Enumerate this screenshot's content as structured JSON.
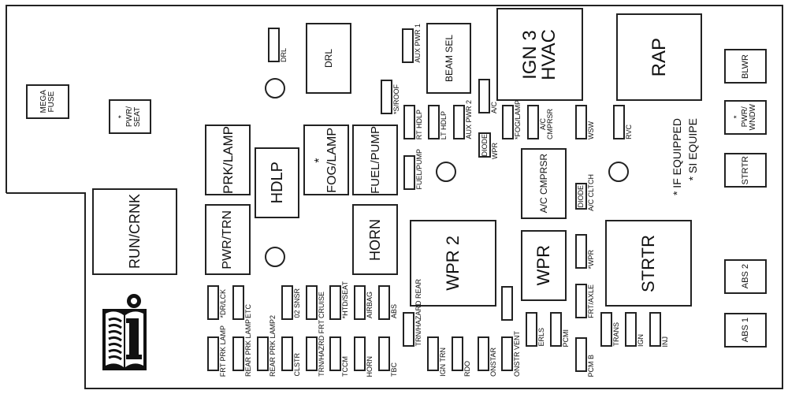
{
  "relays": [
    {
      "name": "mega-fuse",
      "label": "MEGA\nFUSE"
    },
    {
      "name": "pwr-seat",
      "label": "*\nPWR/\nSEAT"
    },
    {
      "name": "drl-relay",
      "label": "DRL"
    },
    {
      "name": "beam-sel-relay",
      "label": "BEAM SEL"
    },
    {
      "name": "ign3-hvac-relay",
      "label": "IGN 3\nHVAC"
    },
    {
      "name": "rap-relay",
      "label": "RAP"
    },
    {
      "name": "blwr",
      "label": "BLWR"
    },
    {
      "name": "pwr-wndw",
      "label": "*\nPWR/\nWNDW"
    },
    {
      "name": "strtr-small",
      "label": "STRTR"
    },
    {
      "name": "abs2",
      "label": "ABS 2"
    },
    {
      "name": "abs1",
      "label": "ABS 1"
    },
    {
      "name": "prk-lamp-relay",
      "label": "PRK/LAMP"
    },
    {
      "name": "hdlp-relay",
      "label": "HDLP"
    },
    {
      "name": "fog-lamp-relay",
      "label": "*\nFOG/LAMP"
    },
    {
      "name": "fuel-pump-relay",
      "label": "FUEL/PUMP"
    },
    {
      "name": "ac-cmprsr-relay",
      "label": "A/C CMPRSR"
    },
    {
      "name": "run-crnk-relay",
      "label": "RUN/CRNK"
    },
    {
      "name": "pwr-trn-relay",
      "label": "PWR/TRN"
    },
    {
      "name": "horn-relay",
      "label": "HORN"
    },
    {
      "name": "wpr2-relay",
      "label": "WPR 2"
    },
    {
      "name": "wpr-relay",
      "label": "WPR"
    },
    {
      "name": "strtr-relay",
      "label": "STRTR"
    }
  ],
  "fuses": [
    "DRL",
    "*S/ROOF",
    "AUX PWR 1",
    "RT HDLP",
    "LT HDLP",
    "AUX PWR 2",
    "A/C",
    "*FOG/LAMP",
    "A/C\nCMPRSR",
    "WSW",
    "RVC",
    "FUEL/PUMP",
    "*WPR",
    "FRT/AXLE",
    "*DR/LCK",
    "ETC",
    "02 SNSR",
    "CRUISE",
    "*HTD/SEAT",
    "AIRBAG",
    "ABS",
    "FRT PRK LAMP",
    "REAR PRK LAMP",
    "REAR PRK LAMP2",
    "CLSTR",
    "TRN/HAZRD FRT",
    "TCCM",
    "HORN",
    "TBC",
    "TRN/HAZARD REAR",
    "IGN TRN",
    "RDO",
    "ONSTAR",
    "ONSTR VENT",
    "",
    "ERLS",
    "PCMI",
    "PCM B",
    "TRANS",
    "IGN",
    "INJ"
  ],
  "diodes": [
    {
      "label": "DIODE",
      "caption": "WPR"
    },
    {
      "label": "DIODE",
      "caption": "A/C CLTCH"
    }
  ],
  "legend": [
    "* IF EQUIPPED",
    "* SI EQUIPE"
  ],
  "book_icon": "owner-manual-info-icon"
}
